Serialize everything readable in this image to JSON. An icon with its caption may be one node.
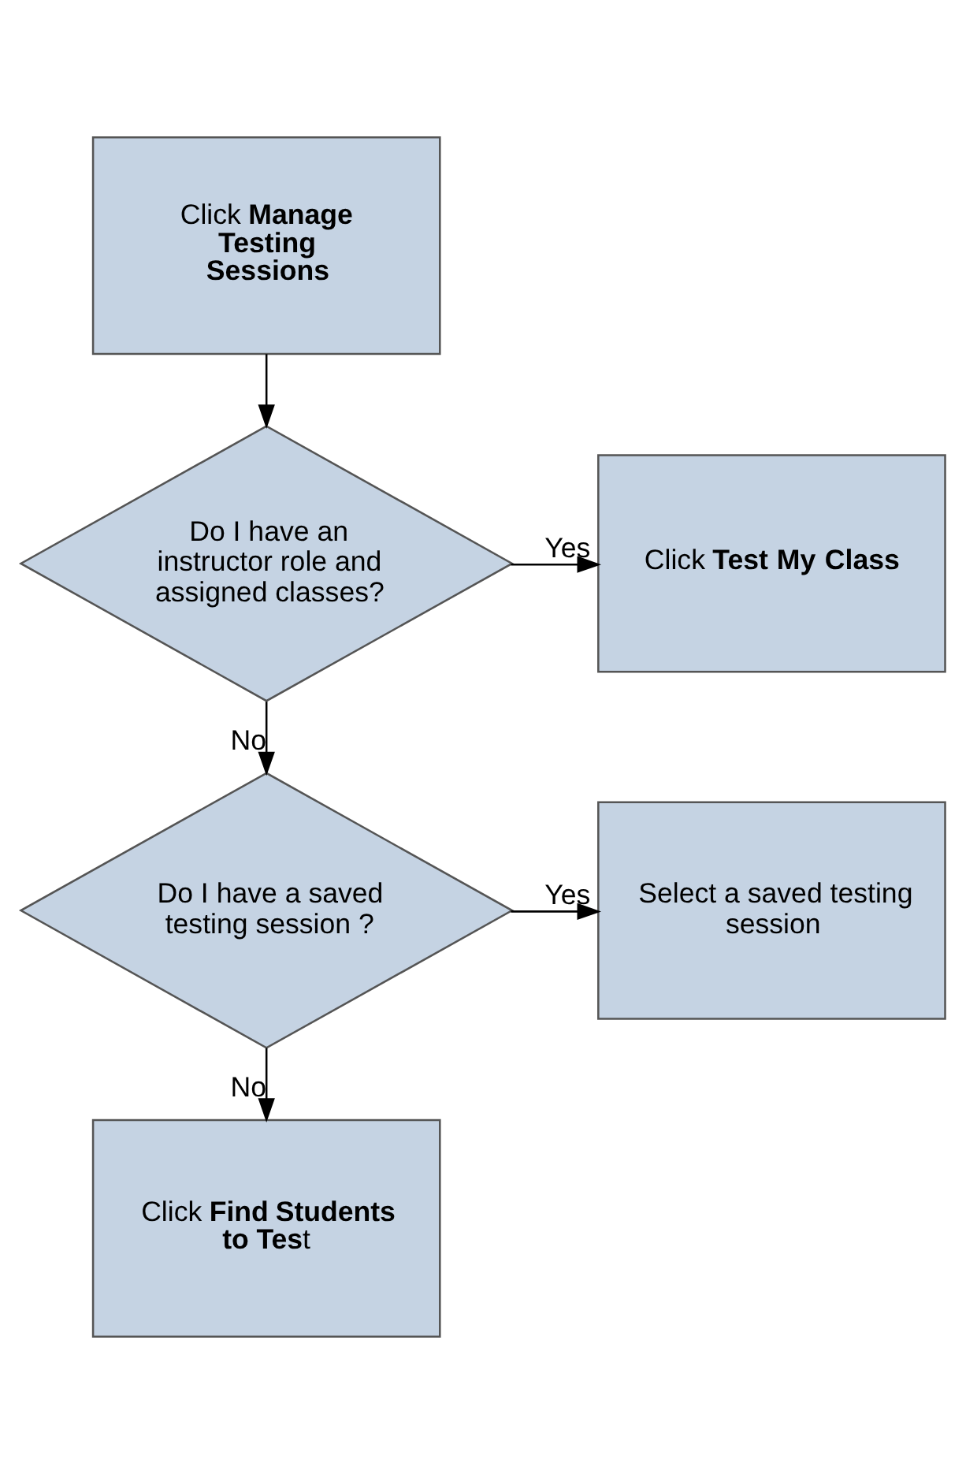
{
  "diagram": {
    "nodes": [
      {
        "text": [
          "Click **Manage Testing Sessions**"
        ]
      },
      {
        "text": [
          "Do I have an instructor role and assigned classes?"
        ]
      },
      {
        "text": [
          "Click **Test My Class**"
        ]
      },
      {
        "text": [
          "Do I have a saved testing session ?"
        ]
      },
      {
        "text": [
          "Select a saved testing session"
        ]
      },
      {
        "text": [
          "Click **Find Students to Tes**t"
        ]
      }
    ],
    "edges": [
      {
        "from": 0,
        "to": 1,
        "arrow": "to"
      },
      {
        "from": 1,
        "to": 2,
        "arrow": "to",
        "label": "Yes"
      },
      {
        "from": 1,
        "to": 3,
        "arrow": "to",
        "label": "No"
      },
      {
        "from": 3,
        "to": 4,
        "arrow": "to",
        "label": "Yes"
      },
      {
        "from": 3,
        "to": 5,
        "arrow": "to",
        "label": "No"
      }
    ]
  }
}
